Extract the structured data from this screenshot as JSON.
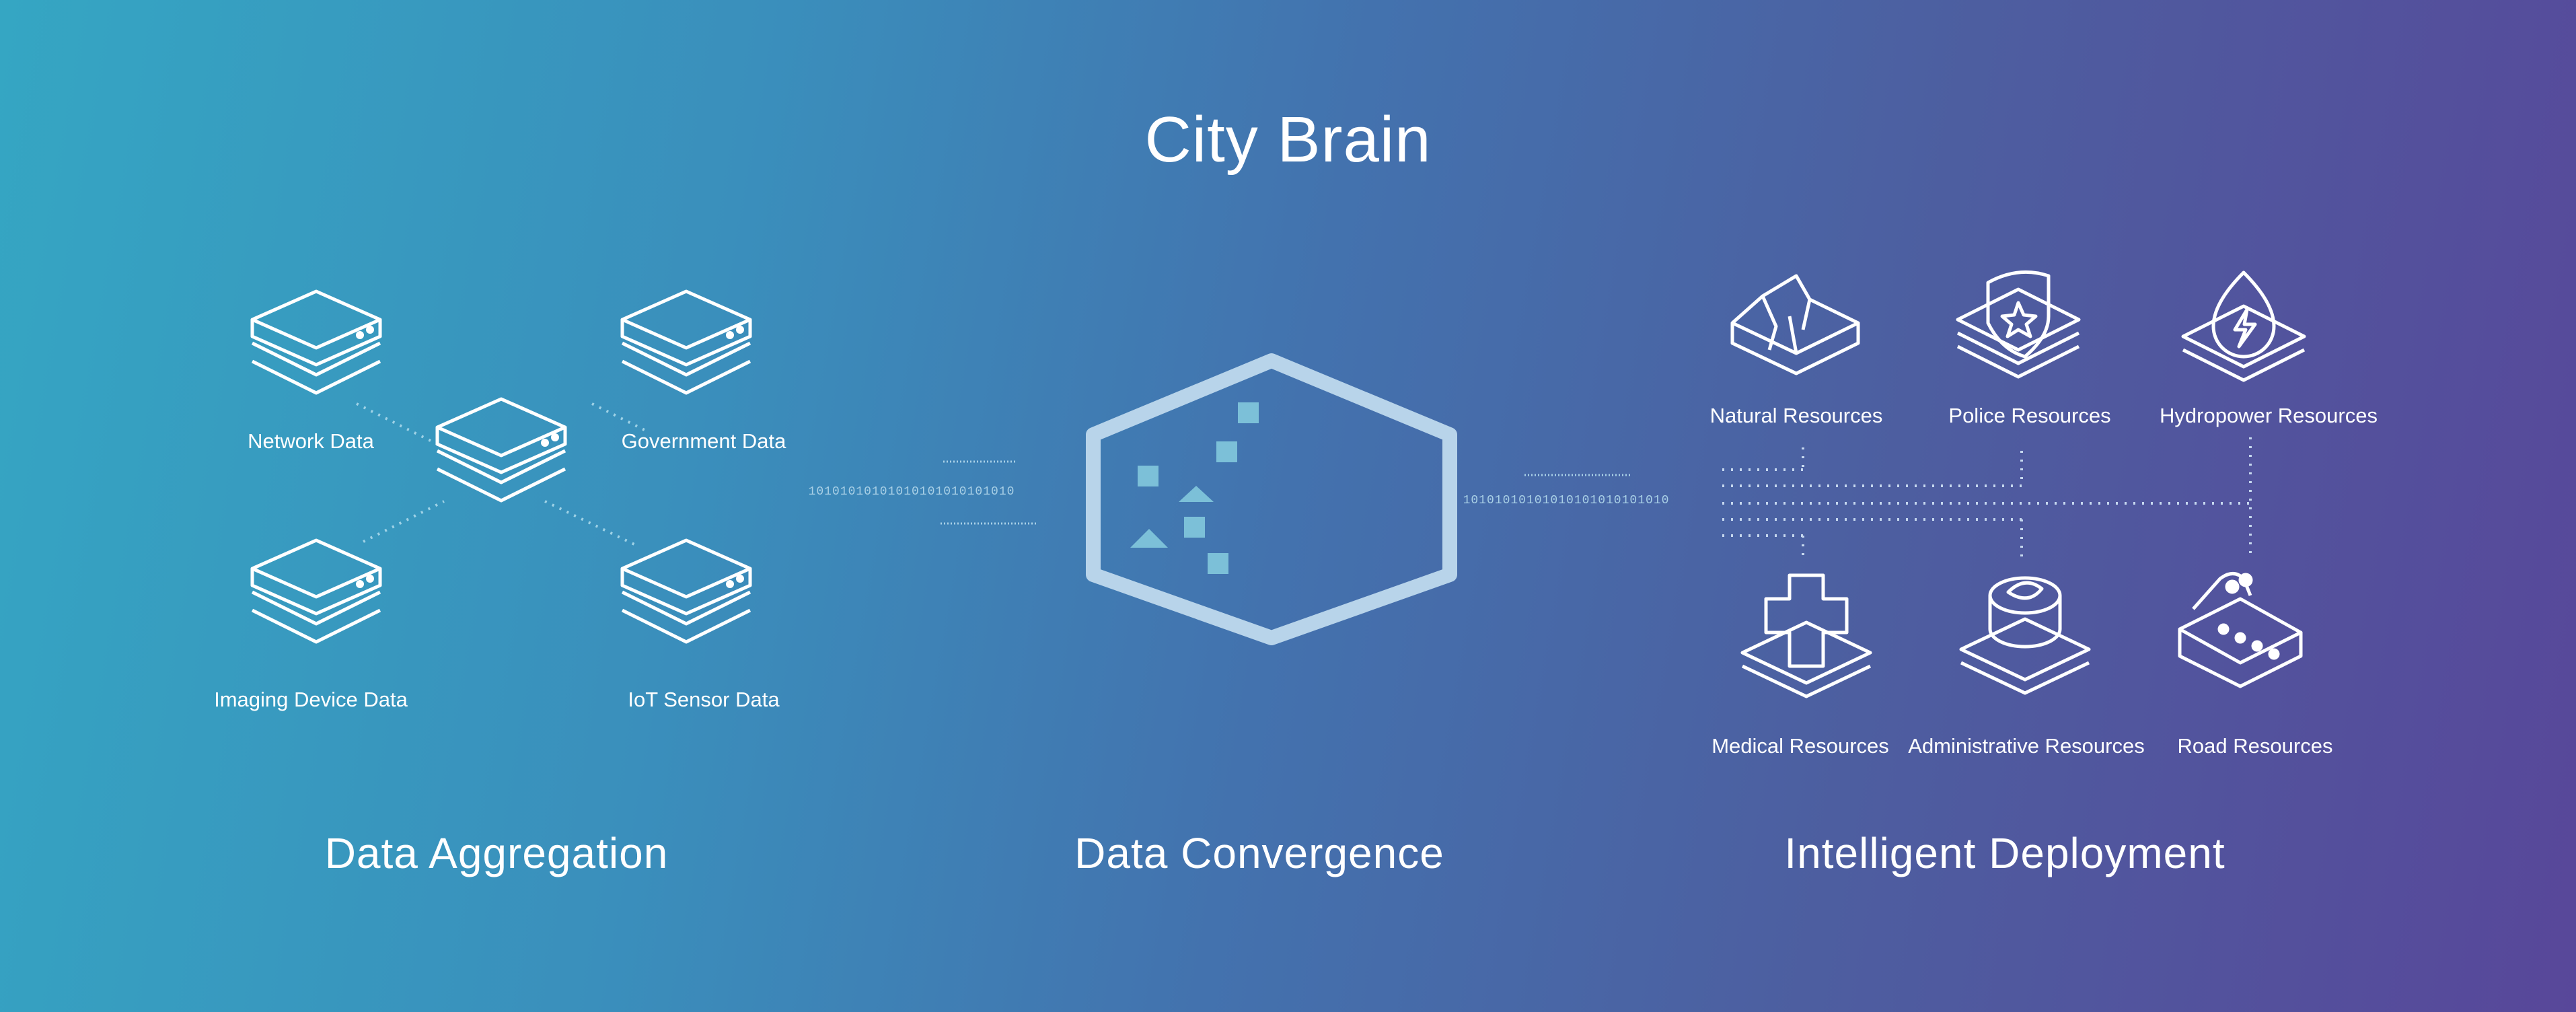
{
  "title": "City Brain",
  "sections": {
    "aggregation": "Data Aggregation",
    "convergence": "Data Convergence",
    "deployment": "Intelligent Deployment"
  },
  "data_sources": {
    "network": "Network Data",
    "government": "Government Data",
    "imaging": "Imaging Device Data",
    "iot": "IoT Sensor Data"
  },
  "binary": {
    "left_main": "10101010101010101010101010",
    "right_main": "10101010101010101010101010"
  },
  "resources": {
    "natural": "Natural Resources",
    "police": "Police Resources",
    "hydropower": "Hydropower Resources",
    "medical": "Medical Resources",
    "administrative": "Administrative Resources",
    "road": "Road Resources"
  },
  "colors": {
    "gradient_start": "#35a6c3",
    "gradient_end": "#58479a",
    "line": "#ffffff",
    "hexagon": "#b8d4ea",
    "square": "#7cc0d8"
  }
}
